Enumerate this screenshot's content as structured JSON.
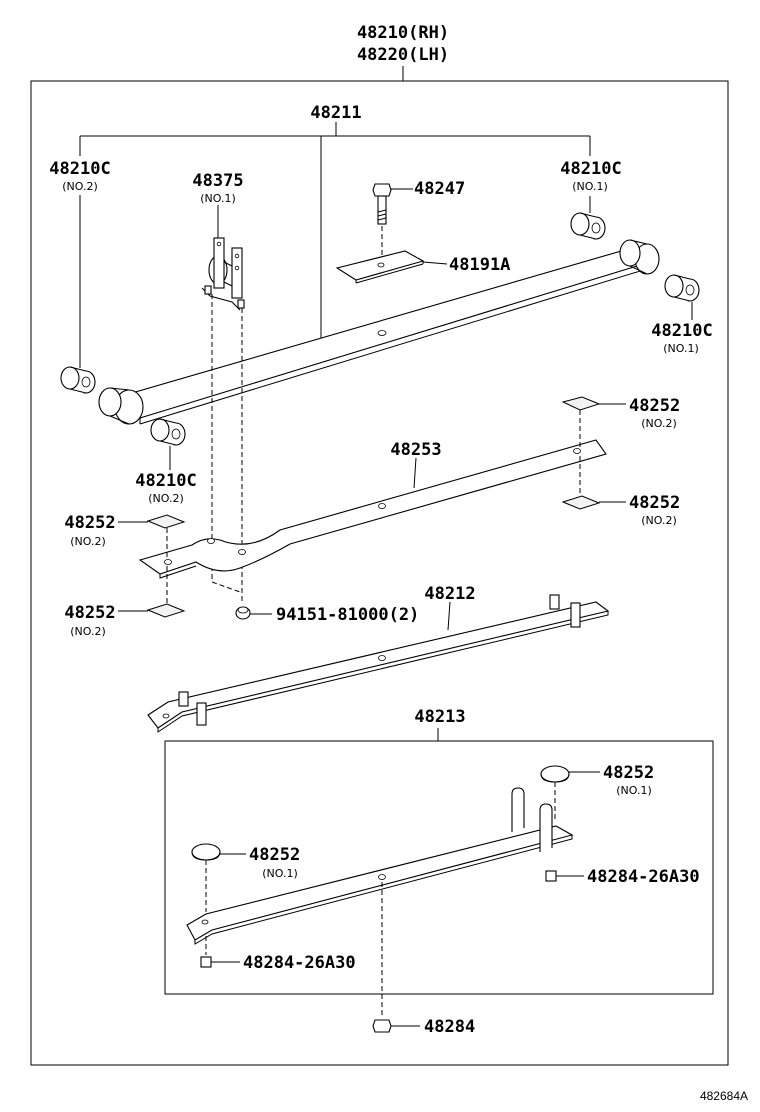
{
  "title": {
    "rh": "48210(RH)",
    "lh": "48220(LH)"
  },
  "labels": {
    "p48211": "48211",
    "p48210c_tl": "48210C",
    "p48210c_tl_sub": "(NO.2)",
    "p48375": "48375",
    "p48375_sub": "(NO.1)",
    "p48247": "48247",
    "p48210c_tr": "48210C",
    "p48210c_tr_sub": "(NO.1)",
    "p48191a": "48191A",
    "p48210c_r": "48210C",
    "p48210c_r_sub": "(NO.1)",
    "p48210c_bl": "48210C",
    "p48210c_bl_sub": "(NO.2)",
    "p48252_r1": "48252",
    "p48252_r1_sub": "(NO.2)",
    "p48253": "48253",
    "p48252_r2": "48252",
    "p48252_r2_sub": "(NO.2)",
    "p48252_l1": "48252",
    "p48252_l1_sub": "(NO.2)",
    "p48252_l2": "48252",
    "p48252_l2_sub": "(NO.2)",
    "p94151": "94151-81000(2)",
    "p48212": "48212",
    "p48213": "48213",
    "p48252_b1": "48252",
    "p48252_b1_sub": "(NO.1)",
    "p48252_b2": "48252",
    "p48252_b2_sub": "(NO.1)",
    "p48284_26a30_r": "48284-26A30",
    "p48284_26a30_l": "48284-26A30",
    "p48284": "48284"
  },
  "diagram_ref": "482684A"
}
